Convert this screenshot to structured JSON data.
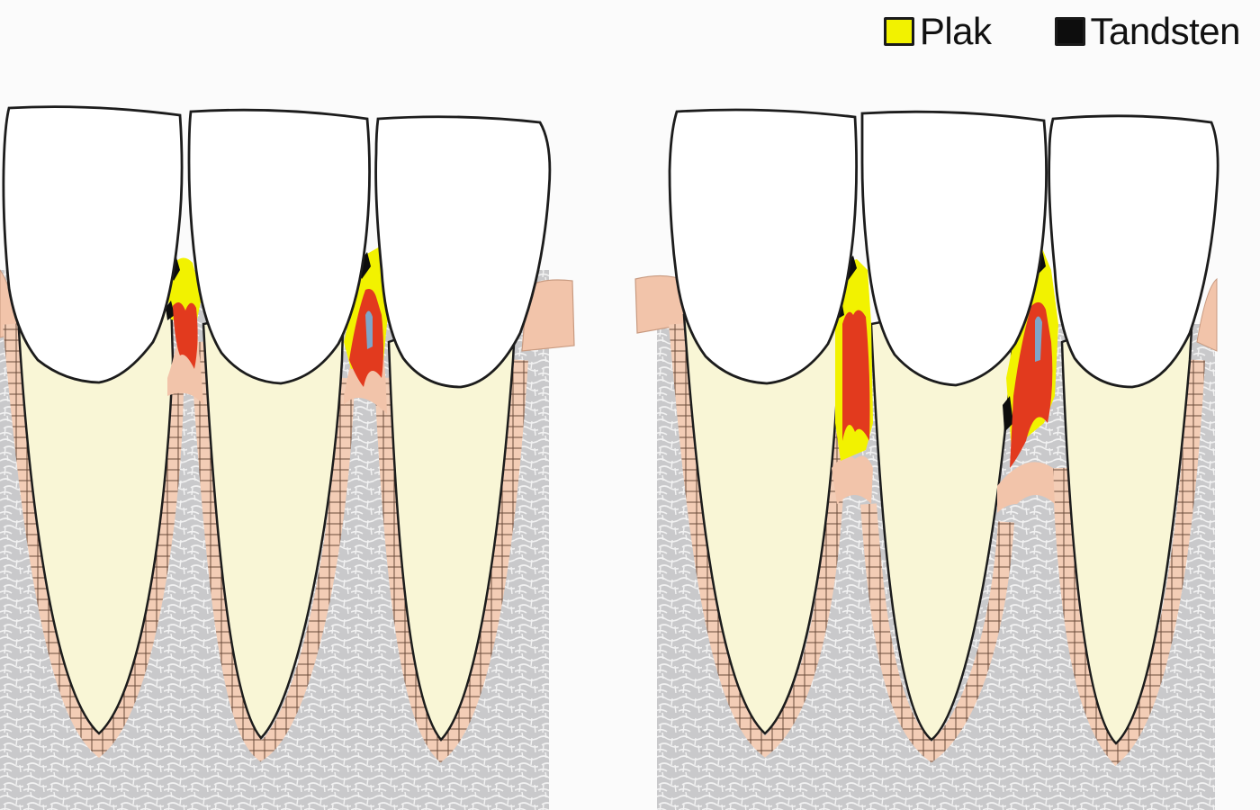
{
  "legend": [
    {
      "label": "Plak",
      "color": "#f2f200"
    },
    {
      "label": "Tandsten",
      "color": "#0d0d0d"
    }
  ],
  "colors": {
    "enamel": "#ffffff",
    "root": "#f9f6d6",
    "bone": "#c9c9cb",
    "periodontal_ligament": "#f3cdb6",
    "gingiva": "#f2c4aa",
    "plaque": "#f2f200",
    "calculus": "#0d0d0d",
    "inflammation": "#e23a1e",
    "outline": "#1c1c1c"
  },
  "panels": [
    {
      "stage": "left"
    },
    {
      "stage": "right"
    }
  ]
}
